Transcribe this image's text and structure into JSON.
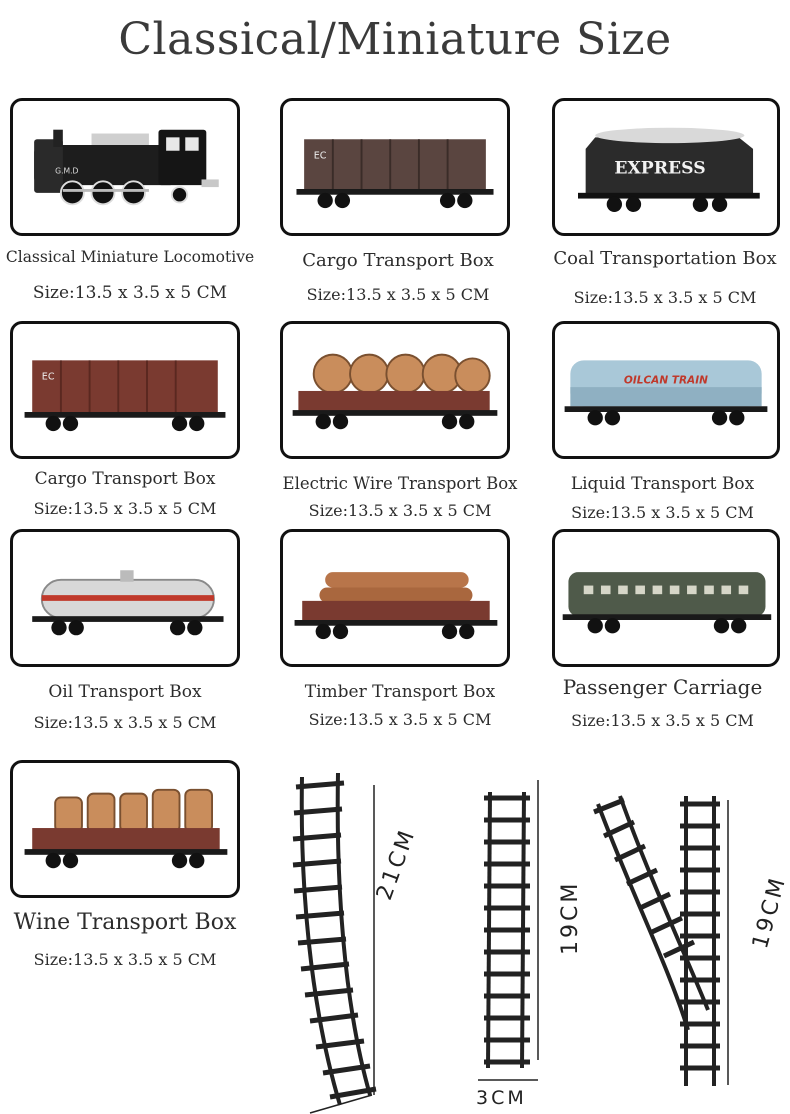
{
  "title": "Classical/Miniature Size",
  "items": [
    {
      "name": "Classical Miniature Locomotive",
      "size": "Size:13.5 x 3.5 x 5 CM"
    },
    {
      "name": "Cargo Transport Box",
      "size": "Size:13.5 x 3.5 x 5 CM"
    },
    {
      "name": "Coal Transportation Box",
      "size": "Size:13.5 x 3.5 x 5 CM"
    },
    {
      "name": "Cargo Transport Box",
      "size": "Size:13.5 x 3.5 x 5 CM"
    },
    {
      "name": "Electric Wire Transport Box",
      "size": "Size:13.5 x 3.5 x 5 CM"
    },
    {
      "name": "Liquid Transport Box",
      "size": "Size:13.5 x 3.5 x 5 CM"
    },
    {
      "name": "Oil Transport Box",
      "size": "Size:13.5 x 3.5 x 5 CM"
    },
    {
      "name": "Timber Transport Box",
      "size": "Size:13.5 x 3.5 x 5 CM"
    },
    {
      "name": "Passenger Carriage",
      "size": "Size:13.5 x 3.5 x 5 CM"
    },
    {
      "name": "Wine Transport Box",
      "size": "Size:13.5 x 3.5 x 5 CM"
    }
  ],
  "car_markings": {
    "locomotive": "G.M.D",
    "cargo": "EC",
    "coal": "EXPRESS",
    "liquid": "OILCAN TRAIN"
  },
  "tracks": {
    "curved_length": "21CM",
    "straight_length": "19CM",
    "straight_width": "3CM",
    "switch_length": "19CM"
  }
}
